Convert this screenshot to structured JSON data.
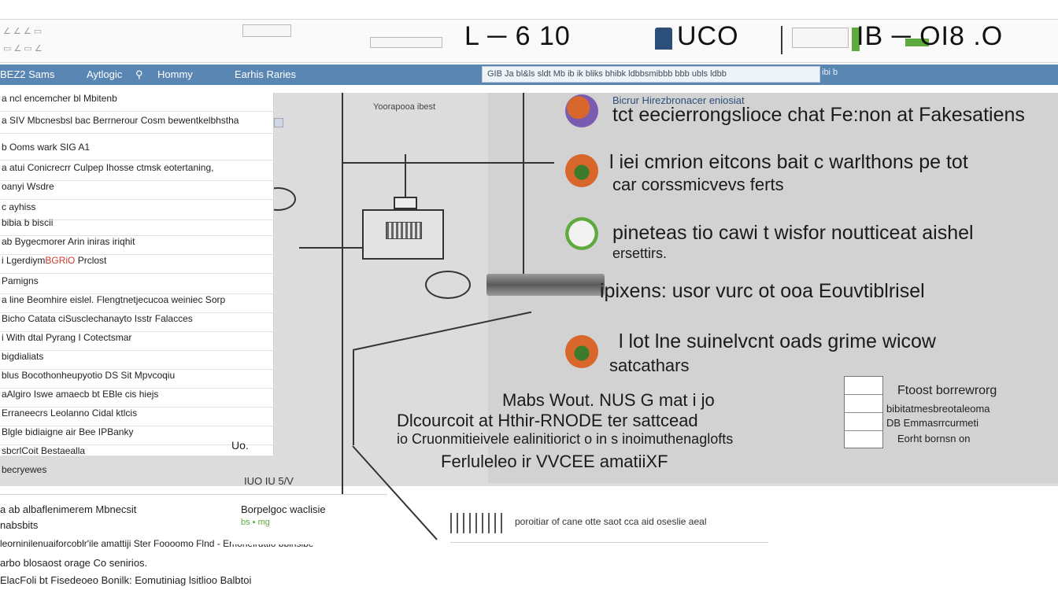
{
  "header": {
    "left_faint_1": "∠ ∠ ∠ ▭",
    "left_faint_2": "▭ ∠ ▭ ∠",
    "title_left": "L ─ 6 10",
    "title_mid": "UCO",
    "title_right": "IB ─ OI8 .O"
  },
  "menubar": {
    "items": [
      {
        "label": "BEZ2 Sams"
      },
      {
        "label": "Aytlogic"
      },
      {
        "label": "Hommy"
      },
      {
        "label": "Earhis Raries"
      }
    ],
    "toolstrip": "GIB Ja bl&ls sldt Mb ib ik bliks bhibk ldbbsmibbb bbb ubls ldbb",
    "toolstrip_end": "ibi b"
  },
  "left_list": {
    "rows": [
      {
        "text": "a ncl encemcher bl Mbitenb"
      },
      {
        "text": "a SIV Mbcnesbsl bac Berrnerour Cosm bewentkelbhstha"
      },
      {
        "text": "b Ooms wark SIG A1"
      },
      {
        "text": "a atui Conicrecrr Culpep Ihosse ctmsk eotertaning,"
      },
      {
        "text": "oanyi Wsdre"
      },
      {
        "text": "c ayhiss"
      },
      {
        "text": "bibia b biscii"
      },
      {
        "text": "ab Bygecmorer Arin iniras iriqhit"
      },
      {
        "text": "i Lgerdiym",
        "red": "BGRiO",
        "tail": " Prclost"
      },
      {
        "text": "Pamigns"
      },
      {
        "text": "a line Beomhire eislel. Flengtnetjecucoa weiniec Sorp"
      },
      {
        "text": "Bicho Catata ciSusclechanayto Isstr Falacces"
      },
      {
        "text": "i With dtal Pyrang I Cotectsmar"
      },
      {
        "text": "bigdialiats"
      },
      {
        "text": "blus Bocothonheupyotio DS Sit Mpvcoqiu"
      },
      {
        "text": "aAlgiro Iswe amaecb bt EBle cis hiejs"
      },
      {
        "text": "Erraneecrs Leolanno Cidal ktlcis"
      },
      {
        "text": "Blgle bidiaigne air Bee IPBanky"
      },
      {
        "text": "sbcrlCoit Bestaealla"
      },
      {
        "text": "becryewes"
      }
    ]
  },
  "diagram": {
    "label": "Yoorapooa  ibest"
  },
  "annotations": [
    {
      "head": "Bicrur Hirezbronacer eniosiat",
      "text": "tct eecierrongslioce chat Fe:non at Fakesatiens"
    },
    {
      "text": "l iei cmrion eitcons bait c warlthons pe tot",
      "sub": "car corssmicvevs ferts"
    },
    {
      "text": "pineteas tio cawi t wisfor  noutticeat aishel",
      "sub": "ersettirs."
    },
    {
      "text": "ipixens: usor vurc ot ooa Eouvtiblrisel"
    },
    {
      "text": "l lot lne suinelvcnt oads  grime wicow",
      "sub": "satcathars"
    }
  ],
  "mid_captions": {
    "line1": "Mabs Wout. NUS G mat i jo",
    "line2": "Dlcourcoit at Hthir-RNODE ter  sattcead",
    "line3": "io Cruonmitieivele ealinitiorict o   in s inoimuthenaglofts",
    "line4": "Ferluleleo ir VVCEE   amatiiXF"
  },
  "legend": {
    "title": "Ftoost borrewrorg",
    "line2": "bibitatmesbreotaleoma",
    "line3": "DB Emmasrrcurmeti",
    "line4": "Eorht bornsn on"
  },
  "bottom_left": {
    "row1": "a ab albaflenimerem Mbnecsit",
    "row2": "nabsbits",
    "row3": "leorninilenuaiforcoblr'ile amattiji Ster Foooomo Flnd - Emonelruttio bbinsibe",
    "row4": "arbo blosaost   orage Co senirios.",
    "row5": "ElacFoli bt   Fisedeoeo   Bonilk: Eomutiniag   lsitlioo Balbtoi",
    "corner": "Uo.",
    "scale": "IUO  IU 5/V",
    "mini1": "Borpelgoc waclisie",
    "mini2": "bs ▪  mg"
  },
  "footer": {
    "text": "poroitiar of cane otte saot cca aid oseslie aeal"
  },
  "colors": {
    "menubar": "#5a86b3",
    "accent_green": "#5faa3d",
    "accent_blue": "#2c4f7a",
    "accent_orange": "#d9662a",
    "accent_purple": "#7a5bb0"
  }
}
